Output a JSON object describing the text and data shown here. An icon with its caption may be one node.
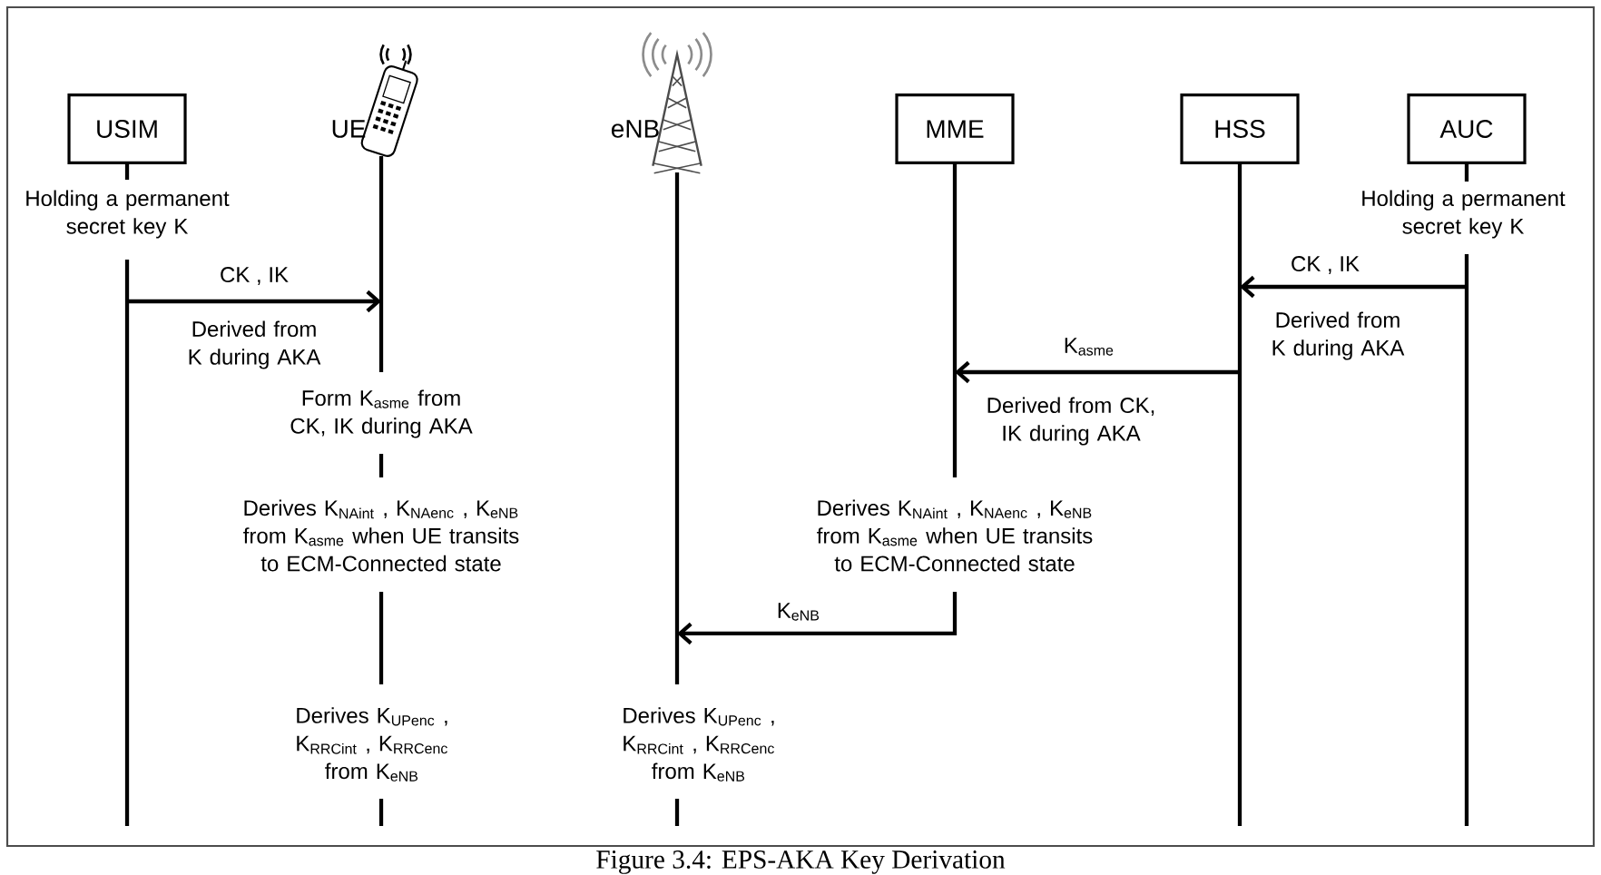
{
  "diagram": {
    "caption": "Figure 3.4:    EPS-AKA Key Derivation",
    "nodes": [
      {
        "text": [
          "USIM",
          "Holding a permanent secret key K"
        ]
      },
      {
        "text": [
          "UE",
          "Form K$_{asme}$ from CK, IK during AKA",
          "Derives K$_{NAint}$ , K$_{NAenc}$ , K$_{eNB}$ from K$_{asme}$ when UE transits to ECM-Connected state",
          "Derives K$_{UPenc}$ , K$_{RRCint}$ , K$_{RRCenc}$ from K$_{eNB}$"
        ]
      },
      {
        "text": [
          "eNB",
          "Derives K$_{UPenc}$ , K$_{RRCint}$ , K$_{RRCenc}$ from K$_{eNB}$"
        ]
      },
      {
        "text": [
          "MME",
          "Derives K$_{NAint}$ , K$_{NAenc}$ , K$_{eNB}$ from K$_{asme}$ when UE transits to ECM-Connected state"
        ]
      },
      {
        "text": [
          "HSS"
        ]
      },
      {
        "text": [
          "AUC",
          "Holding a permanent secret key K"
        ]
      }
    ],
    "edges": [
      {
        "from": 0,
        "to": 1,
        "arrow": "to",
        "label": "CK , IK"
      },
      {
        "from": 5,
        "to": 4,
        "arrow": "to",
        "label": "CK , IK"
      },
      {
        "from": 4,
        "to": 3,
        "arrow": "to",
        "label": "K$_{asme}$"
      },
      {
        "from": 3,
        "to": 2,
        "arrow": "to",
        "label": "K$_{eNB}$"
      }
    ],
    "labels": [
      "Derived from K during AKA",
      "Derived from K during AKA",
      "Derived from CK, IK during AKA"
    ]
  }
}
